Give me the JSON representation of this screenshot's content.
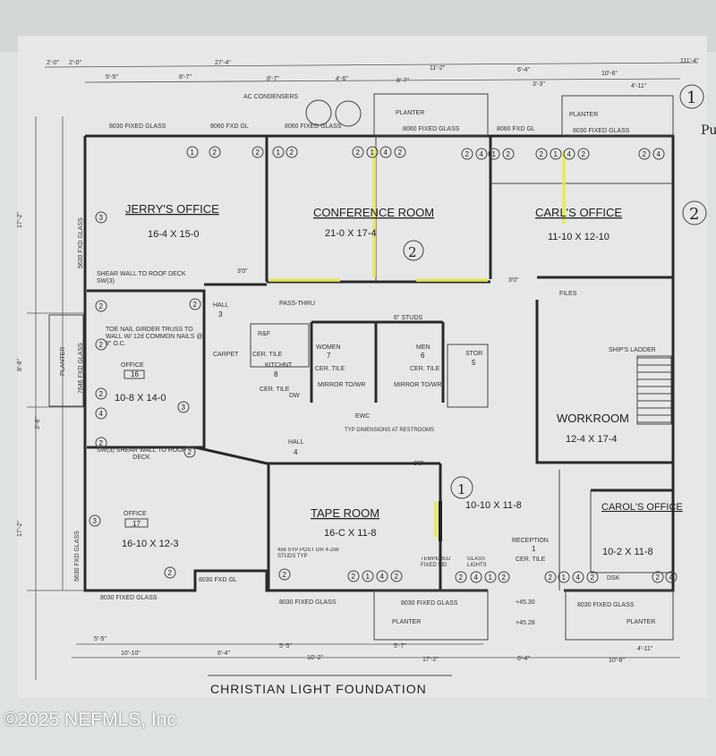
{
  "rooms": [
    {
      "name": "JERRY'S OFFICE",
      "size": "16-4 X 15-0"
    },
    {
      "name": "CONFERENCE ROOM",
      "size": "21-0 X 17-4"
    },
    {
      "name": "CARL'S OFFICE",
      "size": "11-10 X 12-10"
    },
    {
      "name": "OFFICE",
      "number": "16",
      "size": "10-8 X 14-0"
    },
    {
      "name": "OFFICE",
      "number": "17",
      "size": "16-10 X 12-3"
    },
    {
      "name": "TAPE ROOM",
      "size": "16-C X 11-8"
    },
    {
      "name": "WORKROOM",
      "size": "12-4 X 17-4"
    },
    {
      "name": "CAROL'S OFFICE",
      "size": "10-2 X 11-8"
    },
    {
      "name": "RECEPTION",
      "number": "1",
      "size": "10-10 X 11-8"
    },
    {
      "name": "HALL",
      "number": "3"
    },
    {
      "name": "HALL",
      "number": "4"
    },
    {
      "name": "KITCHNT",
      "number": "8"
    },
    {
      "name": "WOMEN",
      "number": "7"
    },
    {
      "name": "MEN",
      "number": "6"
    },
    {
      "name": "STOR",
      "number": "5"
    }
  ],
  "labels": {
    "ac": "AC CONDENSERS",
    "planter": "PLANTER",
    "files": "FILES",
    "ships_ladder": "SHIP'S LADDER",
    "pass_thru": "PASS-THRU",
    "studs": "6\" STUDS",
    "carpet": "CARPET",
    "cer_tile": "CER. TILE",
    "dw": "DW",
    "rf": "R&F",
    "mirror": "MIRROR TO/WR",
    "ewc": "EWC",
    "typ_dim": "TYP DIMENSIONS AT RESTROOMS",
    "toe_nail": "TOE NAIL GIRDER TRUSS TO WALL W/ 12d COMMON NAILS @ 8\" O.C.",
    "shear1": "SHEAR WALL TO ROOF DECK SW(3)",
    "shear2": "SW(3) SHEAR WALL TO ROOF DECK",
    "post": "4x6 SYP POST OR 4-2x6 STUDS TYP",
    "tempered": "TEMPERED FIXED SID",
    "glass_lights": "GLASS LIGHTS",
    "dsk": "DSK",
    "elev1": "+45.30",
    "elev2": "+45.28",
    "title_strip": "CHRISTIAN LIGHT FOUNDATION",
    "hand1": "1",
    "hand2": "2",
    "hand3": "2",
    "hand4": "1",
    "hand_note": "Pu"
  },
  "windows": {
    "w8030": "8030 FIXED GLASS",
    "w8060": "8060 FXD GL",
    "w8060b": "8060 FIXED GLASS",
    "w5630": "5630 FXD GLASS",
    "w7646": "7646 FXD GLASS",
    "w8030b": "8030 FXD GL"
  },
  "dimensions": {
    "top_total": "27'-4\"",
    "top_a": "2'-0\"",
    "top_b": "2'-0\"",
    "top_c": "5'-5\"",
    "top_d": "8'-7\"",
    "top_e": "8'-7\"",
    "top_f": "4'-6\"",
    "top_g": "8'-7\"",
    "top_h": "11'-2\"",
    "top_i": "6'-4\"",
    "top_j": "3'-3\"",
    "top_k": "10'-6\"",
    "top_l": "4'-11\"",
    "top_m": "111'-4\"",
    "left_a": "17'-2\"",
    "left_b": "8'-8\"",
    "left_c": "3'-8\"",
    "left_d": "17'-2\"",
    "bot_a": "5'-5\"",
    "bot_b": "10'-10\"",
    "bot_c": "6'-4\"",
    "bot_d": "5'-5\"",
    "bot_e": "10'-2\"",
    "bot_f": "5'-7\"",
    "bot_g": "17'-2\"",
    "bot_h": "6'-4\"",
    "bot_i": "4'-11\"",
    "bot_j": "10'-6\"",
    "door3": "3'0\""
  },
  "tags": [
    "1",
    "2",
    "3",
    "4"
  ],
  "watermark": "©2025 NEFMLS, Inc",
  "colors": {
    "paper": "#dfe2e3",
    "ink": "#2a2a2a",
    "highlight": "#e6e85a"
  }
}
